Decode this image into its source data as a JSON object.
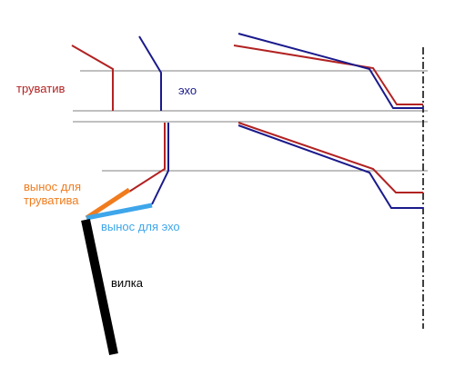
{
  "colors": {
    "truvativ": "#b22222",
    "echo": "#1a1a8c",
    "stem_truvativ": "#f07c1e",
    "stem_echo": "#3ea6ea",
    "fork": "#000000",
    "guide": "#808080",
    "centerline": "#000000"
  },
  "labels": {
    "truvativ": "труватив",
    "echo": "эхо",
    "stem_truvativ": "вынос для труватива",
    "stem_echo": "вынос для эхо",
    "fork": "вилка"
  }
}
